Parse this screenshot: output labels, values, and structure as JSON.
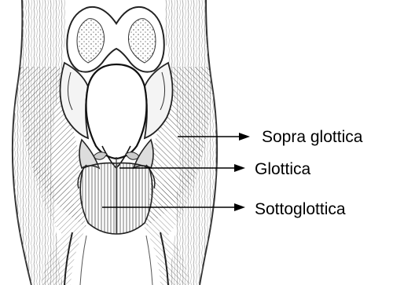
{
  "diagram": {
    "labels": {
      "supraglottic": "Sopra glottica",
      "glottic": "Glottica",
      "subglottic": "Sottoglottica"
    },
    "colors": {
      "ink": "#000000",
      "background": "#ffffff"
    }
  }
}
